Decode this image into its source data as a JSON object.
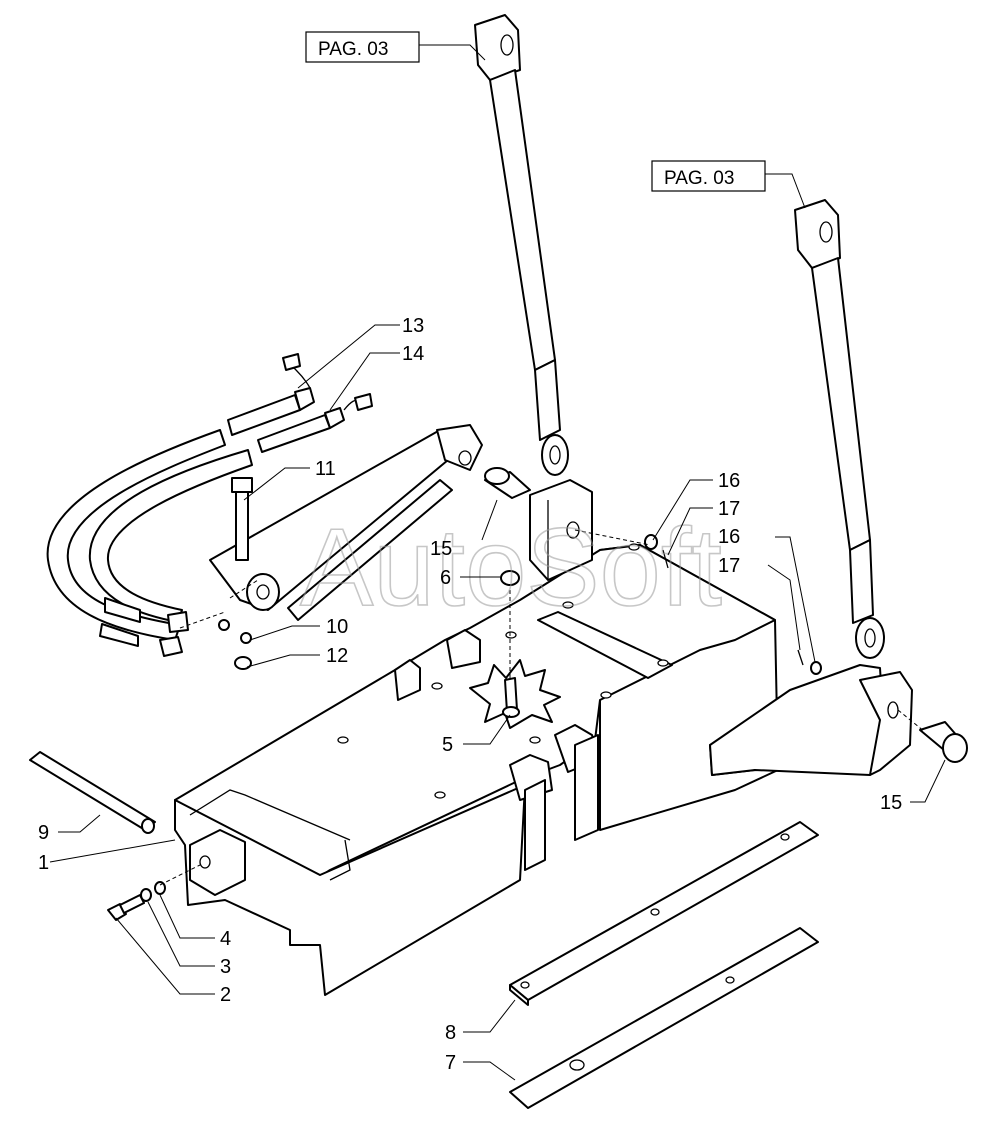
{
  "watermark": "AutoSoft",
  "page_refs": [
    {
      "id": "ref-left",
      "label": "PAG. 03"
    },
    {
      "id": "ref-right",
      "label": "PAG. 03"
    }
  ],
  "callouts": [
    {
      "id": "c13",
      "label": "13"
    },
    {
      "id": "c14",
      "label": "14"
    },
    {
      "id": "c11",
      "label": "11"
    },
    {
      "id": "c15a",
      "label": "15"
    },
    {
      "id": "c6",
      "label": "6"
    },
    {
      "id": "c16a",
      "label": "16"
    },
    {
      "id": "c17a",
      "label": "17"
    },
    {
      "id": "c16b",
      "label": "16"
    },
    {
      "id": "c17b",
      "label": "17"
    },
    {
      "id": "c10",
      "label": "10"
    },
    {
      "id": "c12",
      "label": "12"
    },
    {
      "id": "c5",
      "label": "5"
    },
    {
      "id": "c15b",
      "label": "15"
    },
    {
      "id": "c9",
      "label": "9"
    },
    {
      "id": "c1",
      "label": "1"
    },
    {
      "id": "c4",
      "label": "4"
    },
    {
      "id": "c3",
      "label": "3"
    },
    {
      "id": "c2",
      "label": "2"
    },
    {
      "id": "c8",
      "label": "8"
    },
    {
      "id": "c7",
      "label": "7"
    }
  ]
}
